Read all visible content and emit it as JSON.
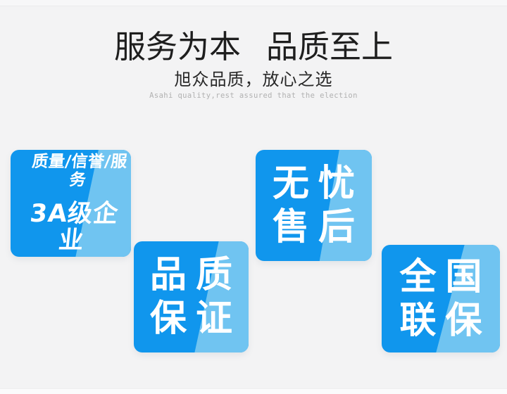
{
  "header": {
    "title_part1": "服务为本",
    "title_part2": "品质至上",
    "subtitle": "旭众品质，放心之选",
    "subtitle_en": "Asahi quality,rest assured that the election"
  },
  "badges": [
    {
      "name": "3a-enterprise",
      "line1": "质量/信誉/服务",
      "line2": "3A级企业"
    },
    {
      "name": "quality-assurance",
      "line1": "品质",
      "line2": "保证"
    },
    {
      "name": "worry-free-aftersales",
      "line1": "无忧",
      "line2": "售后"
    },
    {
      "name": "nationwide-warranty",
      "line1": "全国",
      "line2": "联保"
    }
  ],
  "colors": {
    "page_bg": "#f3f3f4",
    "badge_dark": "#1096ed",
    "badge_light": "#70c4f1",
    "badge_text": "#ffffff",
    "title_color": "#1e1e1e",
    "subtitle_color": "#282828",
    "subtitle_en_color": "#b1b1b1"
  }
}
